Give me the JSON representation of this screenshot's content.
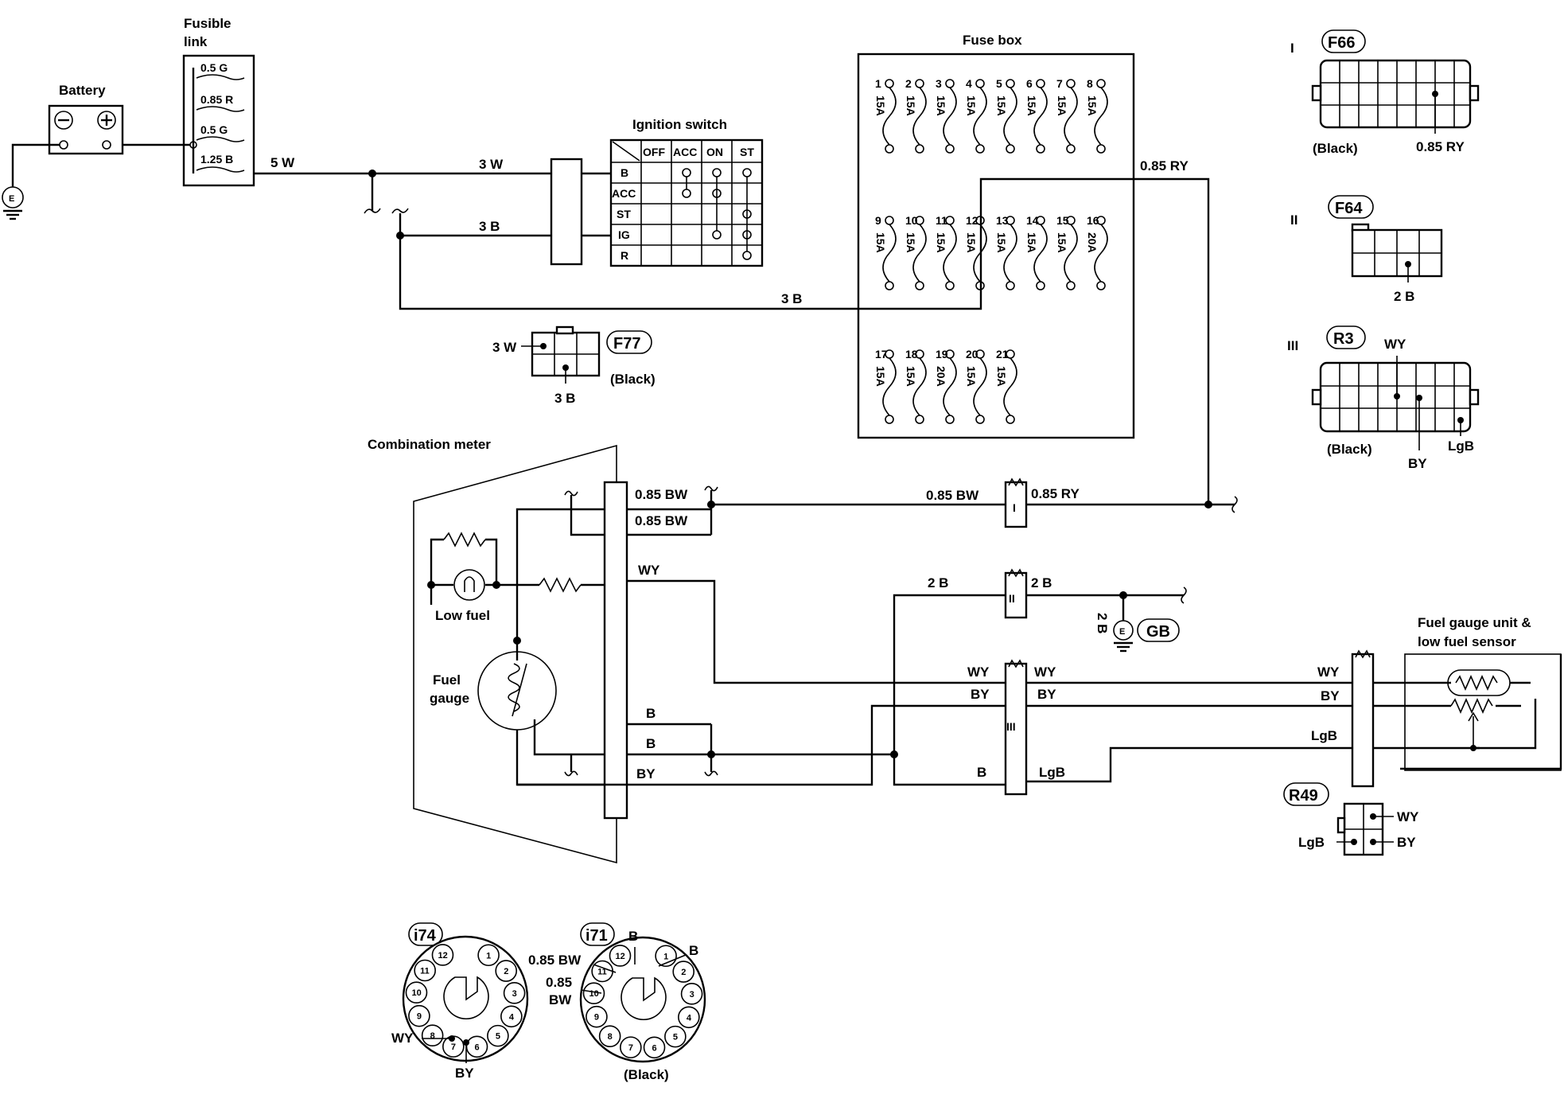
{
  "labels": {
    "battery": "Battery",
    "fusible_link_1": "Fusible",
    "fusible_link_2": "link",
    "fuse_box": "Fuse box",
    "ignition_switch": "Ignition switch",
    "combination_meter": "Combination meter",
    "low_fuel": "Low fuel",
    "fuel_gauge_1": "Fuel",
    "fuel_gauge_2": "gauge",
    "fuel_gauge_unit_1": "Fuel gauge unit &",
    "fuel_gauge_unit_2": "low fuel sensor",
    "ground": "E"
  },
  "fusible_link": [
    "0.5  G",
    "0.85 R",
    "0.5  G",
    "1.25 B"
  ],
  "ignition": {
    "columns": [
      "OFF",
      "ACC",
      "ON",
      "ST"
    ],
    "rows": [
      "B",
      "ACC",
      "ST",
      "IG",
      "R"
    ]
  },
  "fuses": {
    "row1": [
      "1",
      "2",
      "3",
      "4",
      "5",
      "6",
      "7",
      "8"
    ],
    "row1_amps": [
      "15A",
      "15A",
      "15A",
      "15A",
      "15A",
      "15A",
      "15A",
      "15A"
    ],
    "row2": [
      "9",
      "10",
      "11",
      "12",
      "13",
      "14",
      "15",
      "16"
    ],
    "row2_amps": [
      "15A",
      "15A",
      "15A",
      "15A",
      "15A",
      "15A",
      "15A",
      "20A"
    ],
    "row3": [
      "17",
      "18",
      "19",
      "20",
      "21"
    ],
    "row3_amps": [
      "15A",
      "15A",
      "20A",
      "15A",
      "15A"
    ]
  },
  "wires": {
    "w5": "5 W",
    "w3_top": "3 W",
    "b3_top": "3 B",
    "b3_bottom": "3 B",
    "ry_085_top": "0.85 RY",
    "bw_085_a": "0.85 BW",
    "bw_085_b": "0.85 BW",
    "bw_085_c": "0.85 BW",
    "ry_085_mid": "0.85 RY",
    "wy_meter": "WY",
    "b2_left": "2 B",
    "b2_right": "2 B",
    "b2_vert": "2 B",
    "wy_left": "WY",
    "wy_right": "WY",
    "by_left": "BY",
    "by_right": "BY",
    "b_meter_1": "B",
    "b_meter_2": "B",
    "by_meter": "BY",
    "b_mid": "B",
    "lgb_mid": "LgB",
    "wy_sensor": "WY",
    "by_sensor": "BY",
    "lgb_sensor": "LgB"
  },
  "connector_ids": {
    "i": "I",
    "ii": "II",
    "iii": "III"
  },
  "connectors": {
    "f77": {
      "id": "F77",
      "color": "(Black)",
      "pin_a": "3 W",
      "pin_b": "3 B"
    },
    "f66": {
      "roman": "I",
      "id": "F66",
      "color": "(Black)",
      "wire": "0.85 RY"
    },
    "f64": {
      "roman": "II",
      "id": "F64",
      "wire": "2 B"
    },
    "r3": {
      "roman": "III",
      "id": "R3",
      "color": "(Black)",
      "wy": "WY",
      "by": "BY",
      "lgb": "LgB"
    },
    "r49": {
      "id": "R49",
      "wy": "WY",
      "by": "BY",
      "lgb": "LgB"
    },
    "gb": {
      "id": "GB",
      "ground": "E"
    },
    "i74": {
      "id": "i74",
      "pins": [
        "1",
        "2",
        "3",
        "4",
        "5",
        "6",
        "7",
        "8",
        "9",
        "10",
        "11",
        "12"
      ],
      "wy": "WY",
      "by": "BY"
    },
    "i71": {
      "id": "i71",
      "color": "(Black)",
      "pins": [
        "1",
        "2",
        "3",
        "4",
        "5",
        "6",
        "7",
        "8",
        "9",
        "10",
        "11",
        "12"
      ],
      "b_a": "B",
      "b_b": "B",
      "bw_a": "0.85 BW",
      "bw_b_1": "0.85",
      "bw_b_2": "BW"
    }
  }
}
